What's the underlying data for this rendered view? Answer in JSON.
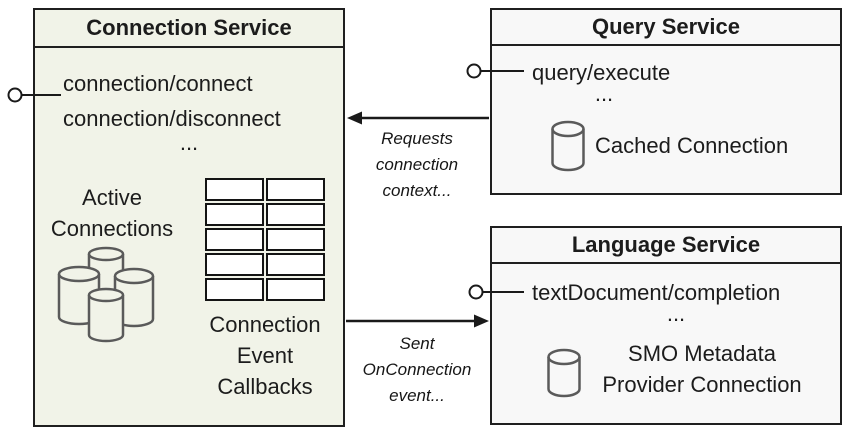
{
  "colors": {
    "connection_fill": "#f1f3e8",
    "service_fill": "#f8f8f8",
    "border": "#1f1f1f",
    "icon_stroke": "#5a5a5a"
  },
  "connection_service": {
    "title": "Connection Service",
    "methods": [
      "connection/connect",
      "connection/disconnect",
      "..."
    ],
    "active_connections": {
      "label_lines": [
        "Active",
        "Connections"
      ],
      "icon": "database-cluster-icon"
    },
    "callbacks": {
      "label_lines": [
        "Connection",
        "Event",
        "Callbacks"
      ],
      "table": {
        "rows": 5,
        "columns": 2
      }
    }
  },
  "query_service": {
    "title": "Query Service",
    "methods": [
      "query/execute",
      "..."
    ],
    "cached_connection": {
      "label": "Cached Connection",
      "icon": "database-icon"
    }
  },
  "language_service": {
    "title": "Language Service",
    "methods": [
      "textDocument/completion",
      "..."
    ],
    "smo_connection": {
      "label_lines": [
        "SMO Metadata",
        "Provider Connection"
      ],
      "icon": "database-icon"
    }
  },
  "arrows": {
    "requests_connection_context": {
      "from": "Query Service",
      "to": "Connection Service",
      "label_lines": [
        "Requests",
        "connection",
        "context..."
      ]
    },
    "sent_onconnection_event": {
      "from": "Connection Service",
      "to": "Language Service",
      "label_lines": [
        "Sent",
        "OnConnection",
        "event..."
      ]
    }
  }
}
